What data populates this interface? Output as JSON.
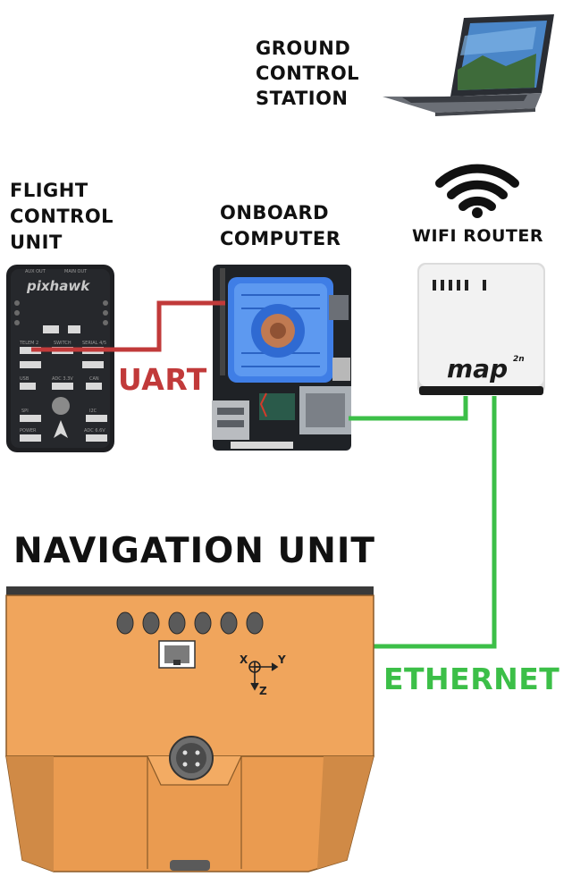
{
  "components": {
    "ground_control_station": {
      "label": "GROUND\nCONTROL\nSTATION",
      "icon": "laptop-icon"
    },
    "flight_control_unit": {
      "label": "FLIGHT\nCONTROL\nUNIT",
      "brand": "pixhawk",
      "icon": "pixhawk-board-icon"
    },
    "onboard_computer": {
      "label": "ONBOARD\nCOMPUTER",
      "icon": "single-board-computer-icon"
    },
    "wifi_router": {
      "label": "WIFI ROUTER",
      "brand": "map",
      "brand_sup": "2n",
      "icon": "wifi-icon"
    },
    "navigation_unit": {
      "title": "NAVIGATION UNIT",
      "axes": {
        "x": "X",
        "y": "Y",
        "z": "Z"
      },
      "icon": "navigation-unit-housing-icon"
    }
  },
  "connections": {
    "uart": {
      "label": "UART",
      "color": "#c13a3a",
      "from": "flight_control_unit",
      "to": "onboard_computer"
    },
    "ethernet": {
      "label": "ETHERNET",
      "color": "#3cbf48",
      "links": [
        "onboard_computer-wifi_router",
        "wifi_router-navigation_unit"
      ]
    }
  },
  "colors": {
    "housing": "#f0a55c",
    "housing_dark": "#d08a46",
    "heatsink": "#3f7ee6",
    "board": "#1f2226",
    "router_body": "#f2f2f2"
  }
}
